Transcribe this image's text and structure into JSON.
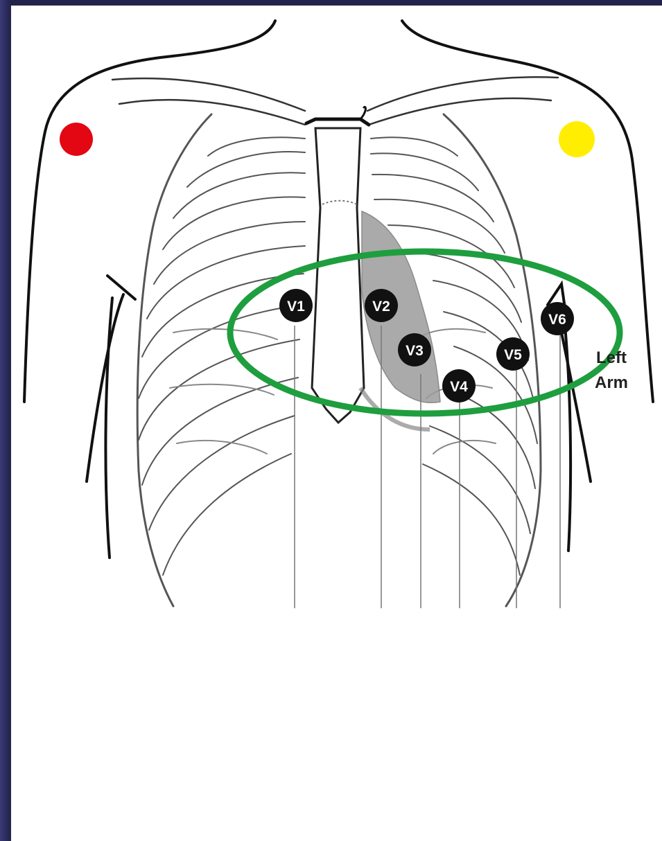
{
  "limb_electrodes": {
    "right_arm": {
      "color": "#e30613"
    },
    "left_arm": {
      "color": "#ffee00"
    }
  },
  "chest_leads": [
    {
      "id": "v1",
      "label": "V1"
    },
    {
      "id": "v2",
      "label": "V2"
    },
    {
      "id": "v3",
      "label": "V3"
    },
    {
      "id": "v4",
      "label": "V4"
    },
    {
      "id": "v5",
      "label": "V5"
    },
    {
      "id": "v6",
      "label": "V6"
    }
  ],
  "side_label": {
    "line1": "Left",
    "line2": "Arm"
  },
  "highlight": {
    "color": "#1e9e3e"
  },
  "colors": {
    "frame": "#2b2a55",
    "background": "#ffffff",
    "outline": "#111111",
    "rib": "#555555",
    "heart_shade": "#9c9c9c",
    "electrode": "#111111"
  }
}
